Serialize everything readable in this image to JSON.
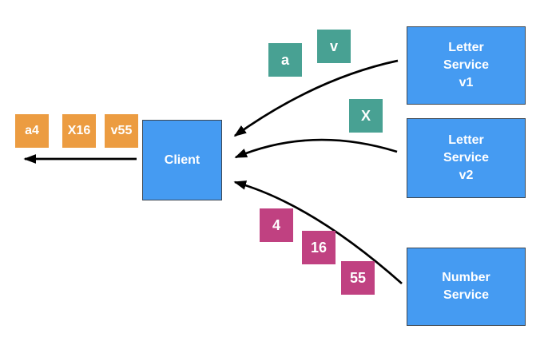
{
  "diagram": {
    "title": "client merging outputs of letter and number services",
    "nodes": {
      "client": {
        "label": "Client"
      },
      "letter_v1": {
        "lines": [
          "Letter",
          "Service",
          "v1"
        ]
      },
      "letter_v2": {
        "lines": [
          "Letter",
          "Service",
          "v2"
        ]
      },
      "number": {
        "lines": [
          "Number",
          "Service"
        ]
      }
    },
    "tokens": {
      "merged": [
        "a4",
        "X16",
        "v55"
      ],
      "letters": [
        "a",
        "v",
        "X"
      ],
      "numbers": [
        "4",
        "16",
        "55"
      ]
    },
    "arrows": [
      {
        "name": "letter-v1-to-client",
        "from": "Letter Service v1",
        "to": "Client"
      },
      {
        "name": "letter-v2-to-client",
        "from": "Letter Service v2",
        "to": "Client"
      },
      {
        "name": "number-to-client",
        "from": "Number Service",
        "to": "Client"
      },
      {
        "name": "client-output",
        "from": "Client",
        "to": "left edge"
      }
    ]
  },
  "palette": {
    "node_fill": "#459BF2",
    "node_border": "#3d4752",
    "merged_token_fill": "#EC9C41",
    "letter_token_fill": "#48A193",
    "number_token_fill": "#C04181",
    "arrow_color": "#000000",
    "label_color": "#ffffff"
  }
}
